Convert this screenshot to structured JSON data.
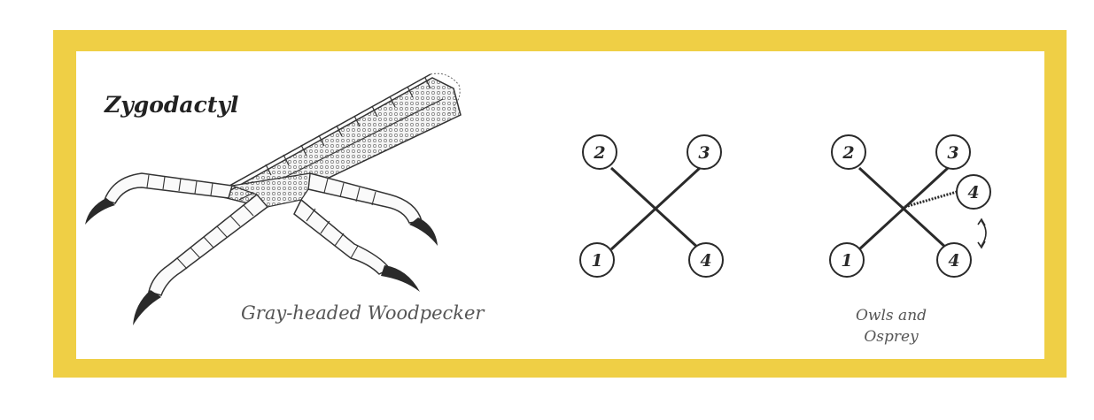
{
  "title": "Zygodactyl",
  "woodpecker_caption": "Gray-headed Woodpecker",
  "owls_caption_line1": "Owls and",
  "owls_caption_line2": "Osprey",
  "diagram_standard": {
    "toes": [
      "2",
      "3",
      "1",
      "4"
    ]
  },
  "diagram_owls": {
    "toes": [
      "2",
      "3",
      "4",
      "1",
      "4"
    ]
  },
  "colors": {
    "frame": "#efcf45",
    "ink": "#2a2a2a"
  },
  "icons": [
    "woodpecker-foot-illustration",
    "reversible-toe-arrow-icon"
  ]
}
